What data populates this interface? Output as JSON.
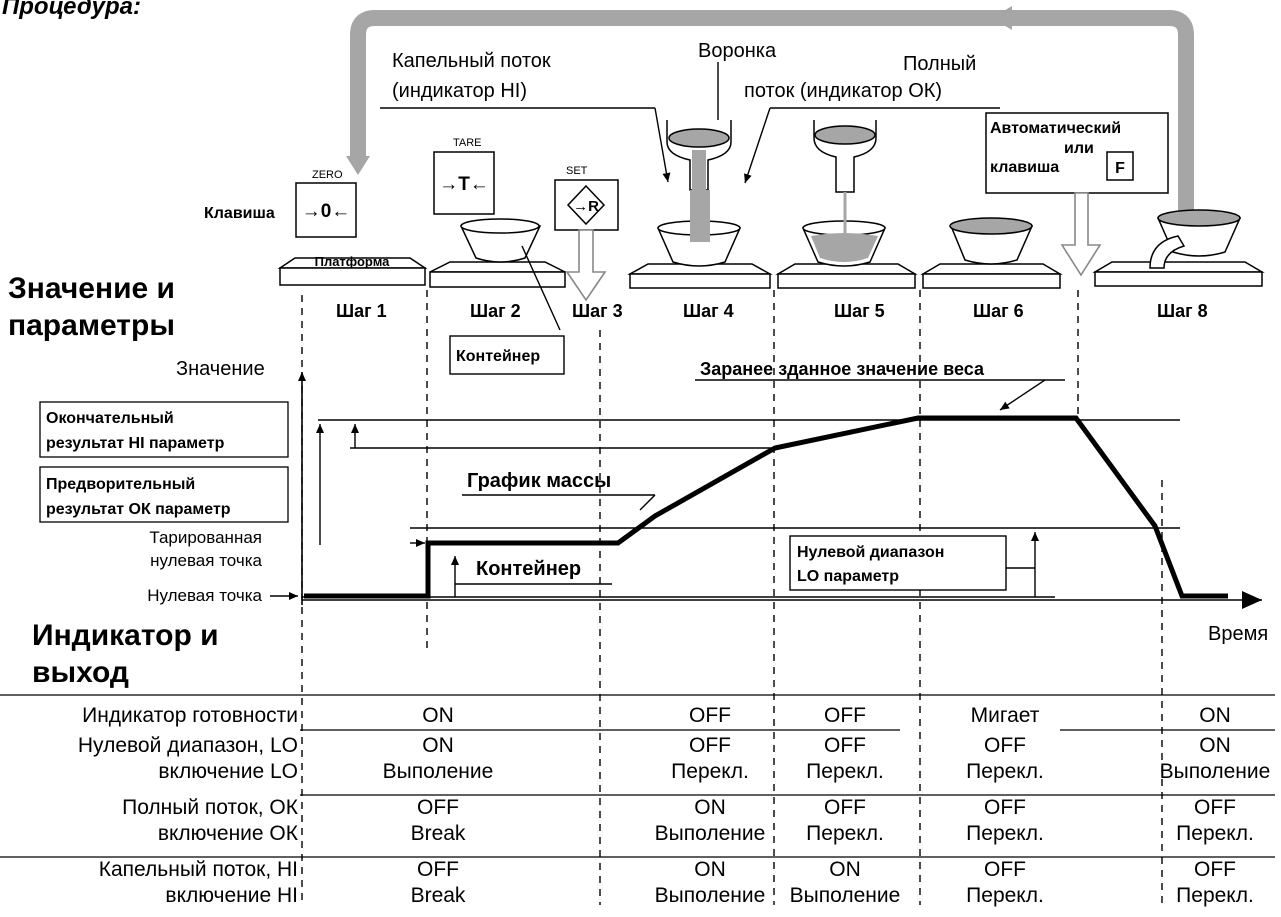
{
  "heading": "Процедура:",
  "top_labels": {
    "drip_line1": "Капельный поток",
    "drip_line2": "(индикатор HI)",
    "funnel": "Воронка",
    "full_line1": "Полный",
    "full_line2": "поток (индикатор ОК)",
    "auto_line1": "Автоматический",
    "auto_line2": "или",
    "auto_line3": "клавиша",
    "auto_key": "F"
  },
  "keys": {
    "zero_caption": "ZERO",
    "zero_symbol": "→0←",
    "tare_caption": "TARE",
    "tare_symbol": "→T←",
    "set_caption": "SET",
    "set_symbol": "→R",
    "key_label": "Клавиша",
    "platform_label": "Платформа",
    "container_label": "Контейнер"
  },
  "steps": [
    "Шаг 1",
    "Шаг 2",
    "Шаг 3",
    "Шаг 4",
    "Шаг 5",
    "Шаг 6",
    "Шаг 8"
  ],
  "section_values_line1": "Значение и",
  "section_values_line2": "параметры",
  "graph": {
    "y_axis_label": "Значение",
    "x_axis_label": "Время",
    "final_hi_line1": "Окончательный",
    "final_hi_line2": "результат HI параметр",
    "prelim_ok_line1": "Предворительный",
    "prelim_ok_line2": "результат ОК параметр",
    "tared_zero_line1": "Тарированная",
    "tared_zero_line2": "нулевая точка",
    "zero_point": "Нулевая точка",
    "preset_weight": "Заранее зданное значение веса",
    "mass_curve": "График массы",
    "container": "Контейнер",
    "zero_range_line1": "Нулевой диапазон",
    "zero_range_line2": "LO параметр"
  },
  "section_indicator_line1": "Индикатор и",
  "section_indicator_line2": "выход",
  "table": {
    "rows": [
      {
        "label1": "Индикатор готовности",
        "label2": "",
        "cells": [
          [
            "ON",
            ""
          ],
          [
            "OFF",
            ""
          ],
          [
            "OFF",
            ""
          ],
          [
            "Мигает",
            ""
          ],
          [
            "ON",
            ""
          ]
        ]
      },
      {
        "label1": "Нулевой диапазон, LO",
        "label2": "включение LO",
        "cells": [
          [
            "ON",
            "Выполение"
          ],
          [
            "OFF",
            "Перекл."
          ],
          [
            "OFF",
            "Перекл."
          ],
          [
            "OFF",
            "Перекл."
          ],
          [
            "ON",
            "Выполение"
          ]
        ]
      },
      {
        "label1": "Полный поток, ОК",
        "label2": "включение ОК",
        "cells": [
          [
            "OFF",
            "Break"
          ],
          [
            "ON",
            "Выполение"
          ],
          [
            "OFF",
            "Перекл."
          ],
          [
            "OFF",
            "Перекл."
          ],
          [
            "OFF",
            "Перекл."
          ]
        ]
      },
      {
        "label1": "Капельный поток, HI",
        "label2": "включение HI",
        "cells": [
          [
            "OFF",
            "Break"
          ],
          [
            "ON",
            "Выполение"
          ],
          [
            "ON",
            "Выполение"
          ],
          [
            "OFF",
            "Перекл."
          ],
          [
            "OFF",
            "Перекл."
          ]
        ]
      }
    ]
  },
  "colors": {
    "grey": "#a6a6a6",
    "black": "#000000"
  }
}
